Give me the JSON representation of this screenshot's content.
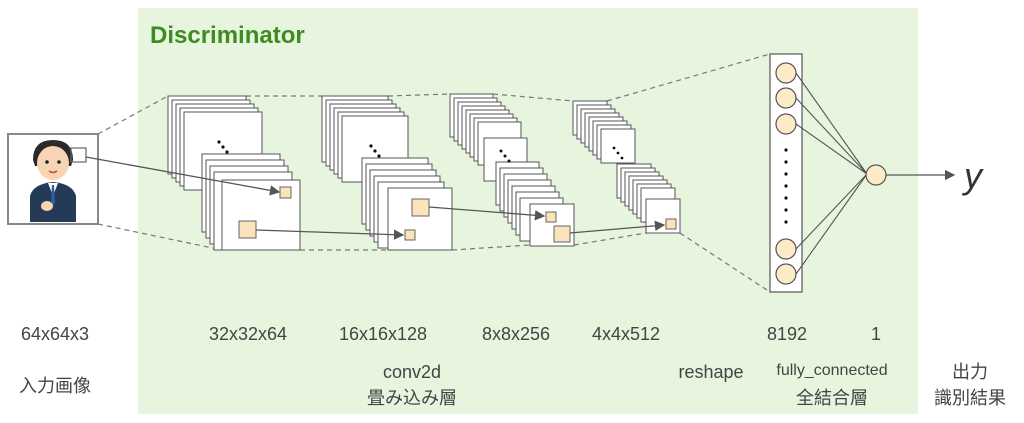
{
  "title": "Discriminator",
  "output_symbol": "y",
  "dims": {
    "input": "64x64x3",
    "conv1": "32x32x64",
    "conv2": "16x16x128",
    "conv3": "8x8x256",
    "conv4": "4x4x512",
    "fc": "8192",
    "out": "1"
  },
  "labels": {
    "input": "入力画像",
    "conv": "conv2d",
    "conv_jp": "畳み込み層",
    "reshape": "reshape",
    "fc": "fully_connected",
    "fc_jp": "全結合層",
    "out_1": "出力",
    "out_2": "識別結果"
  },
  "colors": {
    "panel": "#e8f5de",
    "title": "#3c8c22",
    "neuron_fill": "#fdebc8",
    "neuron_stroke": "#555555"
  }
}
